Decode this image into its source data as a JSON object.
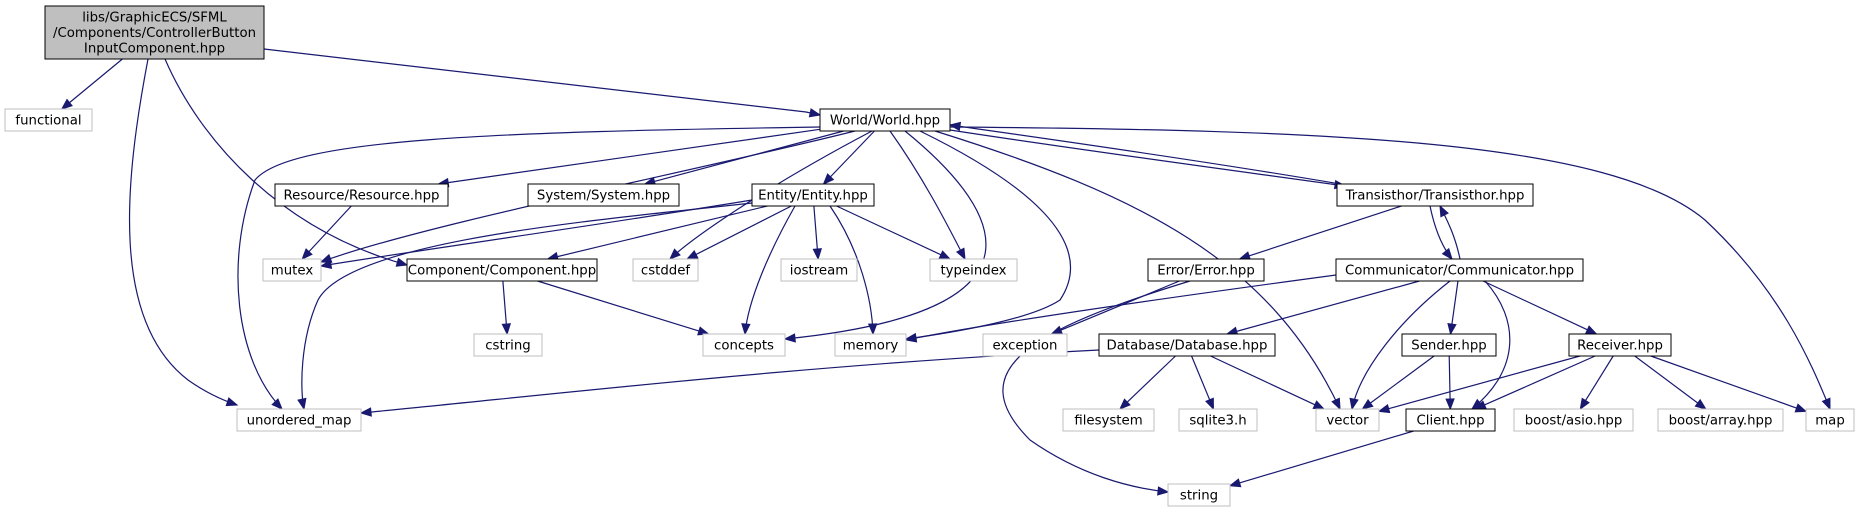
{
  "diagram": {
    "type": "include-dependency-graph",
    "colors": {
      "edge": "#191970",
      "root_fill": "#bfbfbf",
      "project_border": "#000000",
      "external_border": "#bfbfbf"
    },
    "nodes": [
      {
        "id": "root",
        "kind": "root",
        "lines": [
          "libs/GraphicECS/SFML",
          "/Components/ControllerButton",
          "InputComponent.hpp"
        ]
      },
      {
        "id": "functional",
        "kind": "ext",
        "lines": [
          "functional"
        ]
      },
      {
        "id": "world",
        "kind": "proj",
        "lines": [
          "World/World.hpp"
        ]
      },
      {
        "id": "resource",
        "kind": "proj",
        "lines": [
          "Resource/Resource.hpp"
        ]
      },
      {
        "id": "system",
        "kind": "proj",
        "lines": [
          "System/System.hpp"
        ]
      },
      {
        "id": "entity",
        "kind": "proj",
        "lines": [
          "Entity/Entity.hpp"
        ]
      },
      {
        "id": "transisthor",
        "kind": "proj",
        "lines": [
          "Transisthor/Transisthor.hpp"
        ]
      },
      {
        "id": "mutex",
        "kind": "ext",
        "lines": [
          "mutex"
        ]
      },
      {
        "id": "component",
        "kind": "proj",
        "lines": [
          "Component/Component.hpp"
        ]
      },
      {
        "id": "cstddef",
        "kind": "ext",
        "lines": [
          "cstddef"
        ]
      },
      {
        "id": "iostream",
        "kind": "ext",
        "lines": [
          "iostream"
        ]
      },
      {
        "id": "typeindex",
        "kind": "ext",
        "lines": [
          "typeindex"
        ]
      },
      {
        "id": "error",
        "kind": "proj",
        "lines": [
          "Error/Error.hpp"
        ]
      },
      {
        "id": "communicator",
        "kind": "proj",
        "lines": [
          "Communicator/Communicator.hpp"
        ]
      },
      {
        "id": "cstring",
        "kind": "ext",
        "lines": [
          "cstring"
        ]
      },
      {
        "id": "concepts",
        "kind": "ext",
        "lines": [
          "concepts"
        ]
      },
      {
        "id": "memory",
        "kind": "ext",
        "lines": [
          "memory"
        ]
      },
      {
        "id": "exception",
        "kind": "ext",
        "lines": [
          "exception"
        ]
      },
      {
        "id": "database",
        "kind": "proj",
        "lines": [
          "Database/Database.hpp"
        ]
      },
      {
        "id": "sender",
        "kind": "proj",
        "lines": [
          "Sender.hpp"
        ]
      },
      {
        "id": "receiver",
        "kind": "proj",
        "lines": [
          "Receiver.hpp"
        ]
      },
      {
        "id": "unordered_map",
        "kind": "ext",
        "lines": [
          "unordered_map"
        ]
      },
      {
        "id": "filesystem",
        "kind": "ext",
        "lines": [
          "filesystem"
        ]
      },
      {
        "id": "sqlite3",
        "kind": "ext",
        "lines": [
          "sqlite3.h"
        ]
      },
      {
        "id": "vector",
        "kind": "ext",
        "lines": [
          "vector"
        ]
      },
      {
        "id": "client",
        "kind": "proj",
        "lines": [
          "Client.hpp"
        ]
      },
      {
        "id": "boost_asio",
        "kind": "ext",
        "lines": [
          "boost/asio.hpp"
        ]
      },
      {
        "id": "boost_array",
        "kind": "ext",
        "lines": [
          "boost/array.hpp"
        ]
      },
      {
        "id": "map",
        "kind": "ext",
        "lines": [
          "map"
        ]
      },
      {
        "id": "string",
        "kind": "ext",
        "lines": [
          "string"
        ]
      }
    ],
    "edges": [
      [
        "root",
        "functional"
      ],
      [
        "root",
        "world"
      ],
      [
        "root",
        "component"
      ],
      [
        "root",
        "unordered_map"
      ],
      [
        "world",
        "resource"
      ],
      [
        "world",
        "system"
      ],
      [
        "world",
        "entity"
      ],
      [
        "world",
        "transisthor"
      ],
      [
        "world",
        "mutex"
      ],
      [
        "world",
        "cstddef"
      ],
      [
        "world",
        "typeindex"
      ],
      [
        "world",
        "concepts"
      ],
      [
        "world",
        "memory"
      ],
      [
        "world",
        "vector"
      ],
      [
        "world",
        "map"
      ],
      [
        "world",
        "unordered_map"
      ],
      [
        "resource",
        "mutex"
      ],
      [
        "entity",
        "mutex"
      ],
      [
        "entity",
        "component"
      ],
      [
        "entity",
        "cstddef"
      ],
      [
        "entity",
        "iostream"
      ],
      [
        "entity",
        "typeindex"
      ],
      [
        "entity",
        "concepts"
      ],
      [
        "entity",
        "memory"
      ],
      [
        "entity",
        "unordered_map"
      ],
      [
        "transisthor",
        "world"
      ],
      [
        "transisthor",
        "error"
      ],
      [
        "transisthor",
        "communicator"
      ],
      [
        "component",
        "cstring"
      ],
      [
        "component",
        "concepts"
      ],
      [
        "error",
        "exception"
      ],
      [
        "error",
        "string"
      ],
      [
        "communicator",
        "transisthor"
      ],
      [
        "communicator",
        "memory"
      ],
      [
        "communicator",
        "database"
      ],
      [
        "communicator",
        "sender"
      ],
      [
        "communicator",
        "receiver"
      ],
      [
        "communicator",
        "vector"
      ],
      [
        "communicator",
        "client"
      ],
      [
        "database",
        "unordered_map"
      ],
      [
        "database",
        "filesystem"
      ],
      [
        "database",
        "sqlite3"
      ],
      [
        "database",
        "vector"
      ],
      [
        "sender",
        "vector"
      ],
      [
        "sender",
        "client"
      ],
      [
        "receiver",
        "vector"
      ],
      [
        "receiver",
        "client"
      ],
      [
        "receiver",
        "boost_asio"
      ],
      [
        "receiver",
        "boost_array"
      ],
      [
        "receiver",
        "map"
      ],
      [
        "client",
        "string"
      ]
    ]
  }
}
